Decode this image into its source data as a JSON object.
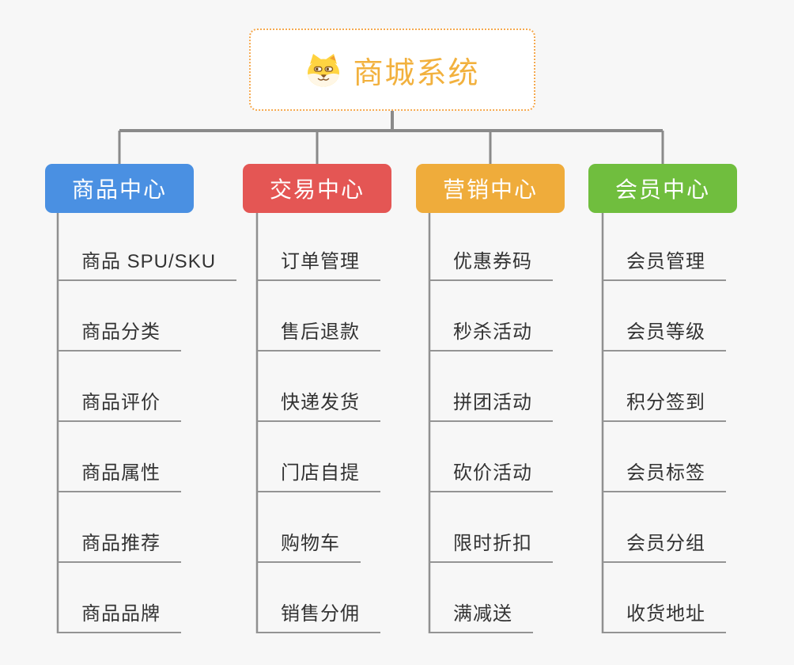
{
  "root": {
    "title": "商城系统",
    "icon": "dog-face-icon"
  },
  "branches": [
    {
      "label": "商品中心",
      "color": "#4a90e2",
      "children": [
        "商品 SPU/SKU",
        "商品分类",
        "商品评价",
        "商品属性",
        "商品推荐",
        "商品品牌"
      ]
    },
    {
      "label": "交易中心",
      "color": "#e45654",
      "children": [
        "订单管理",
        "售后退款",
        "快递发货",
        "门店自提",
        "购物车",
        "销售分佣"
      ]
    },
    {
      "label": "营销中心",
      "color": "#efac3b",
      "children": [
        "优惠券码",
        "秒杀活动",
        "拼团活动",
        "砍价活动",
        "限时折扣",
        "满减送"
      ]
    },
    {
      "label": "会员中心",
      "color": "#70be3e",
      "children": [
        "会员管理",
        "会员等级",
        "积分签到",
        "会员标签",
        "会员分组",
        "收货地址"
      ]
    }
  ],
  "colors": {
    "background": "#f7f7f7",
    "connector": "#8a8a8a",
    "trunk": "#909090",
    "underline": "#949494",
    "child_text": "#333333",
    "root_title": "#f2b13e",
    "root_border": "#f5a94f"
  }
}
